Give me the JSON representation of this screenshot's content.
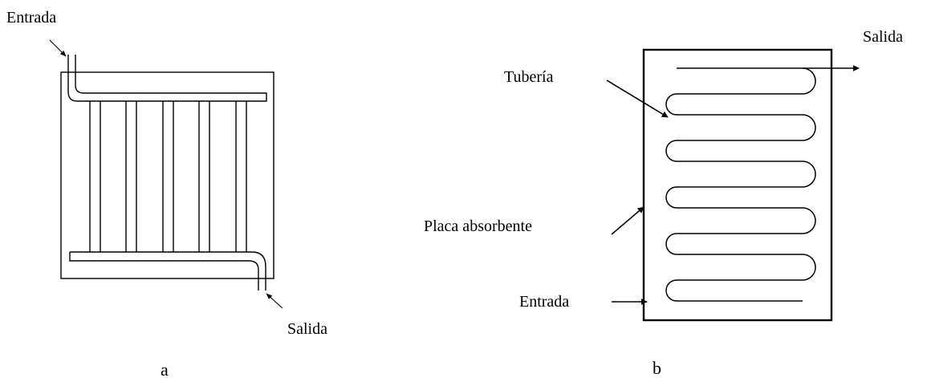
{
  "panel_a": {
    "inlet_label": "Entrada",
    "outlet_label": "Salida",
    "caption": "a"
  },
  "panel_b": {
    "pipe_label": "Tubería",
    "plate_label": "Placa absorbente",
    "inlet_label": "Entrada",
    "outlet_label": "Salida",
    "caption": "b"
  }
}
